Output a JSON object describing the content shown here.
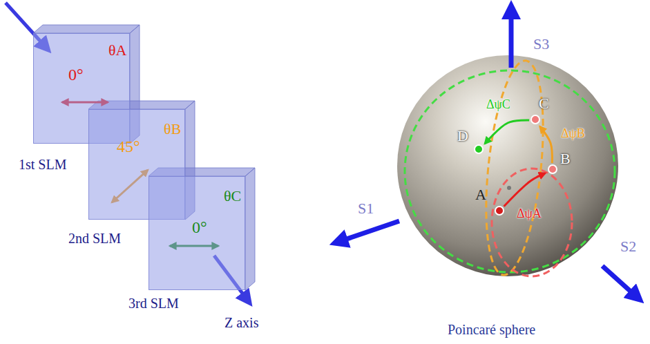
{
  "diagram": {
    "nodes": [
      {
        "text": [
          "0°",
          "θA",
          "1st SLM"
        ]
      },
      {
        "text": [
          "45°",
          "θB",
          "2nd SLM"
        ]
      },
      {
        "text": [
          "0°",
          "θC",
          "3rd SLM"
        ]
      },
      {
        "text": [
          "A"
        ]
      },
      {
        "text": [
          "B"
        ]
      },
      {
        "text": [
          "C"
        ]
      },
      {
        "text": [
          "D"
        ]
      }
    ],
    "edges": [
      {
        "from": 3,
        "to": 4,
        "label": "ΔψA",
        "arrow": "to"
      },
      {
        "from": 4,
        "to": 5,
        "label": "ΔψB",
        "arrow": "to"
      },
      {
        "from": 5,
        "to": 6,
        "label": "ΔψC",
        "arrow": "to"
      }
    ],
    "labels": [
      "Z axis",
      "S1",
      "S2",
      "S3",
      "Poincaré sphere"
    ]
  }
}
